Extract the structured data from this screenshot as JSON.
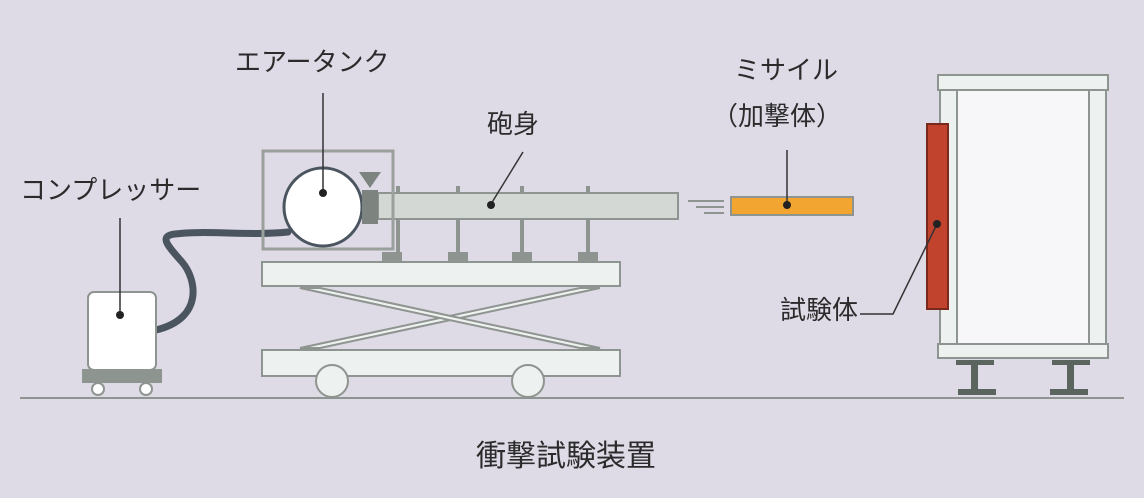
{
  "diagram": {
    "caption": "衝撃試験装置",
    "labels": {
      "air_tank": "エアータンク",
      "compressor": "コンプレッサー",
      "barrel": "砲身",
      "missile_line1": "ミサイル",
      "missile_line2": "（加撃体）",
      "specimen": "試験体"
    },
    "colors": {
      "background": "#dedae6",
      "missile": "#f2a531",
      "specimen": "#c1432e",
      "hose": "#4a5560",
      "equipment_fill": "#edf1ef",
      "equipment_stroke": "#8e948f",
      "leader_line": "#333333"
    }
  }
}
